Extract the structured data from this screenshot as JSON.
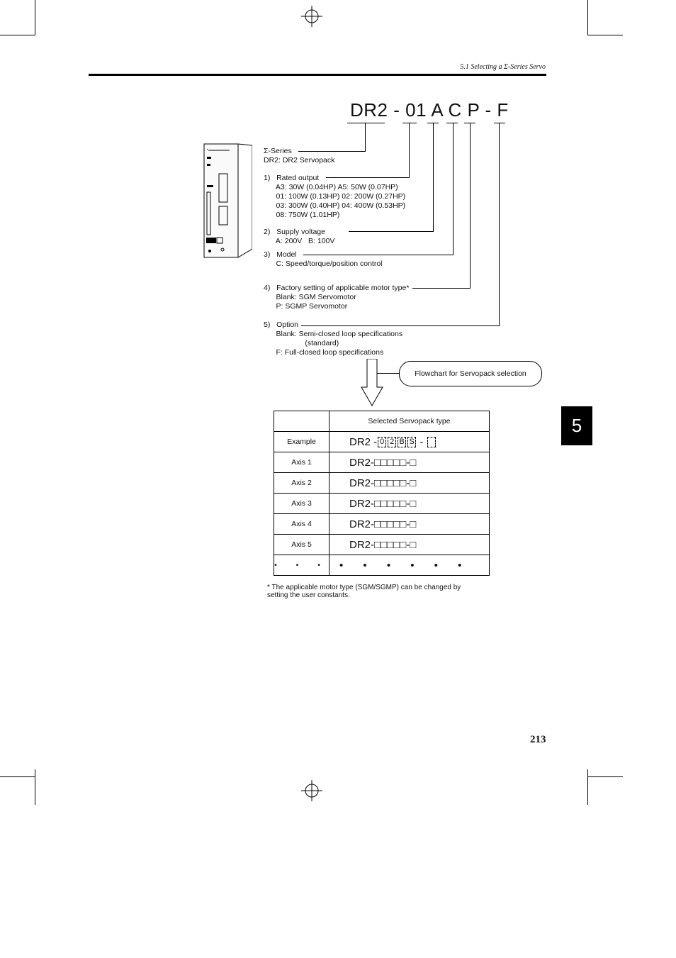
{
  "header": {
    "section": "5.1 Selecting a Σ-Series Servo"
  },
  "model_code": "DR2 - 01 A C P - F",
  "desc": {
    "series": [
      "Σ-Series",
      "DR2: DR2 Servopack"
    ],
    "rated": [
      "1)   Rated output",
      "      A3: 30W (0.04HP) A5: 50W (0.07HP)",
      "      01: 100W (0.13HP) 02: 200W (0.27HP)",
      "      03: 300W (0.40HP) 04: 400W (0.53HP)",
      "      08: 750W (1.01HP)"
    ],
    "supply": [
      "2)   Supply voltage",
      "      A: 200V   B: 100V"
    ],
    "model": [
      "3)   Model",
      "      C: Speed/torque/position control"
    ],
    "factory": [
      "4)   Factory setting of applicable motor type*",
      "      Blank: SGM Servomotor",
      "      P: SGMP Servomotor"
    ],
    "option": [
      "5)   Option",
      "      Blank: Semi-closed loop specifications",
      "                    (standard)",
      "      F: Full-closed loop specifications"
    ]
  },
  "flowchart_label": "Flowchart for Servopack selection",
  "table": {
    "header": "Selected Servopack type",
    "example_label": "Example",
    "example_prefix": "DR2 -",
    "example_chars": [
      "0",
      "2",
      "B",
      "S"
    ],
    "example_sep": " - ",
    "rows": [
      {
        "label": "Axis 1",
        "value": "DR2-□□□□□-□"
      },
      {
        "label": "Axis 2",
        "value": "DR2-□□□□□-□"
      },
      {
        "label": "Axis 3",
        "value": "DR2-□□□□□-□"
      },
      {
        "label": "Axis 4",
        "value": "DR2-□□□□□-□"
      },
      {
        "label": "Axis 5",
        "value": "DR2-□□□□□-□"
      }
    ],
    "dots_left": "• • •",
    "dots_right": "• • • • • •"
  },
  "footnote": [
    "* The applicable motor type (SGM/SGMP) can be changed by",
    "setting the user constants."
  ],
  "chapter_tab": "5",
  "page_number": "213"
}
